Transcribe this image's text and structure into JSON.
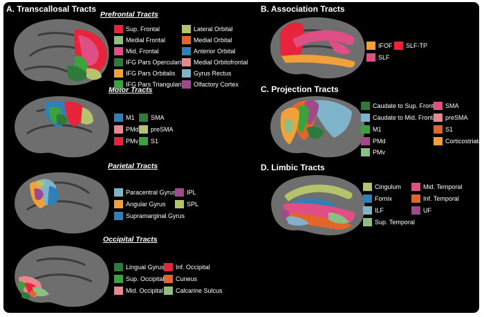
{
  "panels": {
    "a": {
      "title": "A. Transcallosal Tracts"
    },
    "b": {
      "title": "B. Association Tracts"
    },
    "c": {
      "title": "C. Projection Tracts"
    },
    "d": {
      "title": "D. Limbic Tracts"
    }
  },
  "sections": {
    "prefrontal": "Prefrontal Tracts",
    "motor": "Motor Tracts",
    "parietal": "Parietal Tracts",
    "occipital": "Occipital Tracts"
  },
  "legends": {
    "prefrontal": [
      {
        "label": "Sup. Frontal",
        "color": "#e8243c"
      },
      {
        "label": "Lateral Orbital",
        "color": "#b6c36c"
      },
      {
        "label": "Medial Frontal",
        "color": "#8dbf82"
      },
      {
        "label": "Medial Orbital",
        "color": "#e2652a"
      },
      {
        "label": "Mid. Frontal",
        "color": "#e04e86"
      },
      {
        "label": "Anterior Orbital",
        "color": "#2f7fb8"
      },
      {
        "label": "IFG Pars Opercularis",
        "color": "#2e7a3a"
      },
      {
        "label": "Medial Orbitofrontal",
        "color": "#e8888e"
      },
      {
        "label": "IFG Pars Orbitalis",
        "color": "#f0a13a"
      },
      {
        "label": "Gyrus Rectus",
        "color": "#7fb3c9"
      },
      {
        "label": "IFG Pars Triangularis",
        "color": "#3aa33c"
      },
      {
        "label": "Olfactory Cortex",
        "color": "#a04a8c"
      }
    ],
    "motor": [
      {
        "label": "M1",
        "color": "#2f7fb8"
      },
      {
        "label": "SMA",
        "color": "#2e7a3a"
      },
      {
        "label": "PMd",
        "color": "#e8888e"
      },
      {
        "label": "preSMA",
        "color": "#b6c36c"
      },
      {
        "label": "PMv",
        "color": "#e8243c"
      },
      {
        "label": "S1",
        "color": "#3aa33c"
      }
    ],
    "parietal": [
      {
        "label": "Paracentral Gyrus",
        "color": "#7fb3c9"
      },
      {
        "label": "IPL",
        "color": "#a04a8c"
      },
      {
        "label": "Angular Gyrus",
        "color": "#f0a13a"
      },
      {
        "label": "SPL",
        "color": "#b6c36c"
      },
      {
        "label": "Supramarginal Gyrus",
        "color": "#2f7fb8"
      }
    ],
    "occipital": [
      {
        "label": "Lingual Gyrus",
        "color": "#2e7a3a"
      },
      {
        "label": "Inf. Occipital",
        "color": "#e8243c"
      },
      {
        "label": "Sup. Occipital",
        "color": "#3aa33c"
      },
      {
        "label": "Cuneus",
        "color": "#e2652a"
      },
      {
        "label": "Mid. Occipital",
        "color": "#e8888e"
      },
      {
        "label": "Calcarine Sulcus",
        "color": "#8dbf82"
      }
    ],
    "association": [
      {
        "label": "IFOF",
        "color": "#f0a13a"
      },
      {
        "label": "SLF-TP",
        "color": "#e8243c"
      },
      {
        "label": "SLF",
        "color": "#e04e86"
      }
    ],
    "projection": [
      {
        "label": "Caudate to Sup. Frontal",
        "color": "#2e7a3a"
      },
      {
        "label": "SMA",
        "color": "#e04e86"
      },
      {
        "label": "Caudate to Mid. Frontal",
        "color": "#7fb3c9"
      },
      {
        "label": "preSMA",
        "color": "#e8888e"
      },
      {
        "label": "M1",
        "color": "#3aa33c"
      },
      {
        "label": "S1",
        "color": "#e2652a"
      },
      {
        "label": "PMd",
        "color": "#a04a8c"
      },
      {
        "label": "Corticostriatal",
        "color": "#f0a13a"
      },
      {
        "label": "PMv",
        "color": "#8dbf82"
      }
    ],
    "limbic": [
      {
        "label": "Cingulum",
        "color": "#b6c36c"
      },
      {
        "label": "Mid. Temporal",
        "color": "#e04e86"
      },
      {
        "label": "Fornix",
        "color": "#2f7fb8"
      },
      {
        "label": "Inf. Temporal",
        "color": "#e2652a"
      },
      {
        "label": "ILF",
        "color": "#7fb3c9"
      },
      {
        "label": "UF",
        "color": "#a04a8c"
      },
      {
        "label": "Sup. Temporal",
        "color": "#8dbf82"
      }
    ]
  },
  "colors": {
    "background": "#000000",
    "brain": "#6e6e6e",
    "sulcus": "#3c3c3c"
  }
}
